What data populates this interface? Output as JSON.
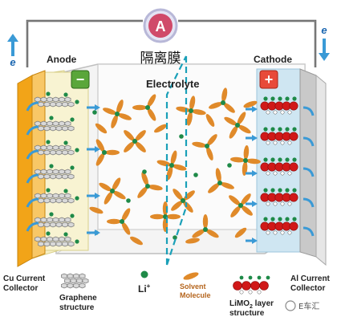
{
  "labels": {
    "ammeter": "A",
    "separator": "隔离膜",
    "anode": "Anode",
    "cathode": "Cathode",
    "electrolyte": "Electrolyte",
    "electron_left": "e",
    "electron_right": "e",
    "minus": "−",
    "plus": "+",
    "cu_collector": [
      "Cu Current",
      "Collector"
    ],
    "graphene": [
      "Graphene",
      "structure"
    ],
    "li_ion": "Li",
    "li_sup": "+",
    "solvent": [
      "Solvent",
      "Molecule"
    ],
    "limo2_pre": "LiMO",
    "limo2_sub": "2",
    "limo2_post": " layer",
    "limo2_line2": "structure",
    "al_collector": [
      "Al Current",
      "Collector"
    ],
    "watermark": "E车汇"
  },
  "colors": {
    "wire": "#555555",
    "ammeter_fill": "#d04a6a",
    "ammeter_ring": "#b8b8d8",
    "anode_panel": "#f6f0c8",
    "cathode_panel": "#cfe6f2",
    "cu_collector": "#f2a418",
    "al_collector": "#c9c9c9",
    "li_ion": "#1e8a48",
    "solvent": "#e08a2a",
    "oxygen": "#d01818",
    "arrow": "#3a9ad6",
    "separator": "#1aa0b8"
  }
}
